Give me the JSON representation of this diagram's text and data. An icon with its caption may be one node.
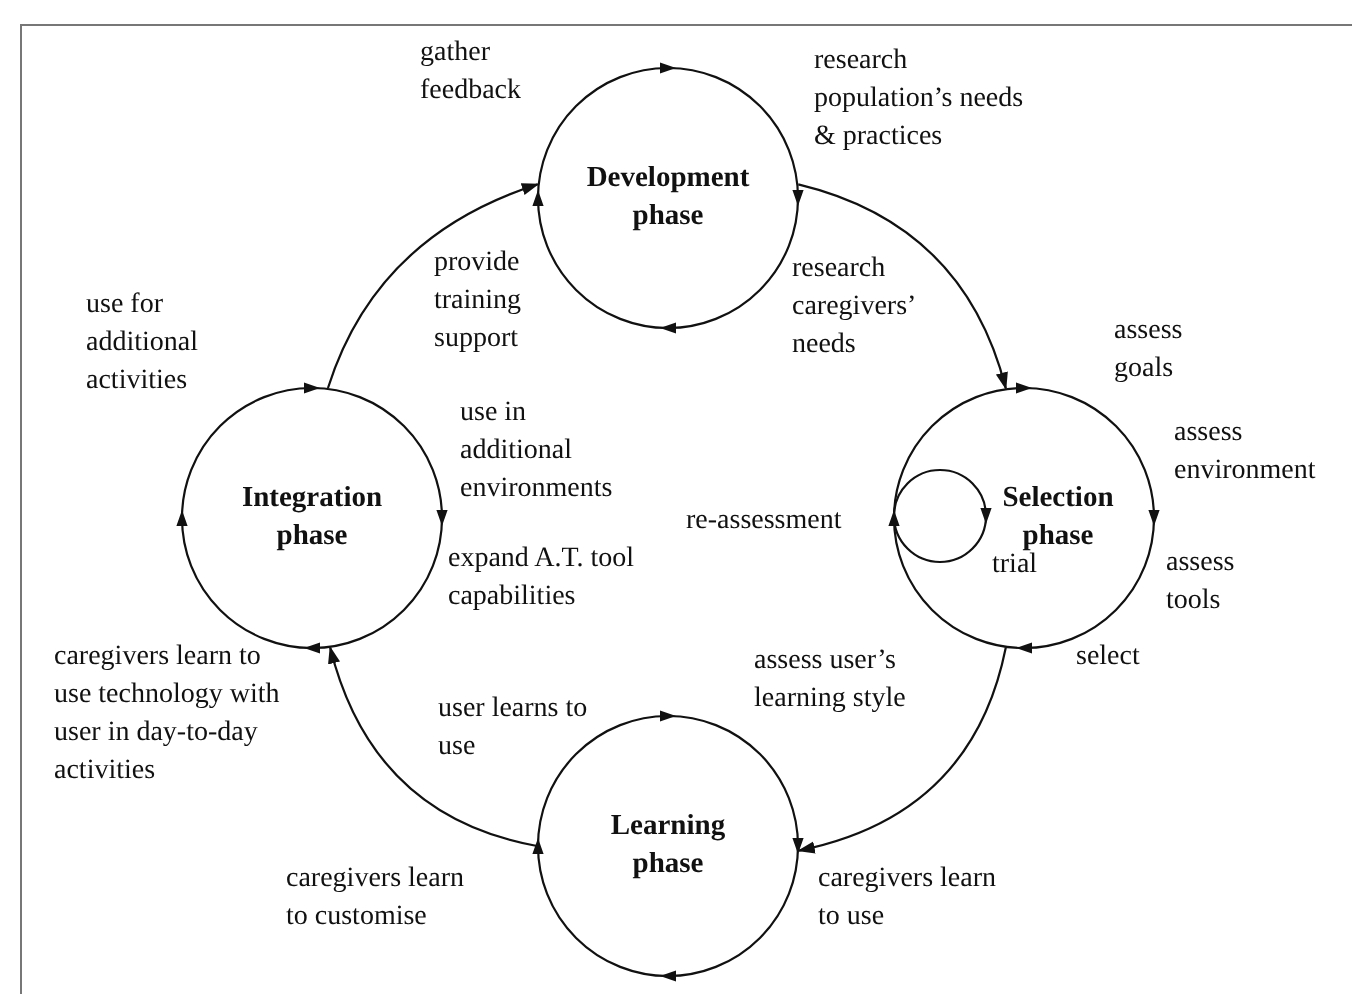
{
  "diagram": {
    "nodes": [
      {
        "text": [
          "Development phase"
        ]
      },
      {
        "text": [
          "Integration phase"
        ]
      },
      {
        "text": [
          "Selection phase"
        ]
      },
      {
        "text": [
          "Learning phase"
        ]
      }
    ],
    "edges": [
      {
        "from": 1,
        "to": 0,
        "arrow": "to"
      },
      {
        "from": 0,
        "to": 2,
        "arrow": "to"
      },
      {
        "from": 2,
        "to": 3,
        "arrow": "to"
      },
      {
        "from": 3,
        "to": 1,
        "arrow": "to"
      }
    ],
    "labels": [
      "gather feedback",
      "research population’s needs & practices",
      "use for additional activities",
      "provide training support",
      "research caregivers’ needs",
      "assess goals",
      "use in additional environments",
      "assess environment",
      "expand A.T. tool capabilities",
      "re-assessment",
      "trial",
      "assess tools",
      "caregivers learn to use technology with user in day-to-day activities",
      "assess user’s learning style",
      "select",
      "user learns to use",
      "caregivers learn to customise",
      "caregivers learn to use"
    ]
  }
}
